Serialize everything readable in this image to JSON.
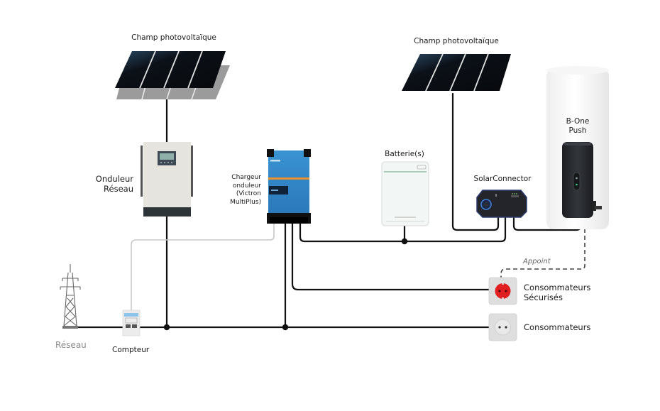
{
  "diagram": {
    "title": "Schéma d'installation solaire avec B-One Push",
    "components": {
      "pv_array_left": {
        "label": "Champ photovoltaïque",
        "icon": "solar-panel-icon"
      },
      "pv_array_right": {
        "label": "Champ photovoltaïque",
        "icon": "solar-panel-icon"
      },
      "grid_inverter": {
        "label_line1": "Onduleur",
        "label_line2": "Réseau",
        "icon": "grid-inverter-icon"
      },
      "inverter_charger": {
        "label_line1": "Chargeur",
        "label_line2": "onduleur",
        "label_line3": "(Victron",
        "label_line4": "MultiPlus)",
        "icon": "inverter-charger-icon"
      },
      "battery": {
        "label": "Batterie(s)",
        "icon": "battery-icon"
      },
      "solar_connector": {
        "label": "SolarConnector",
        "icon": "solar-connector-icon"
      },
      "water_heater": {
        "label_line1": "B-One",
        "label_line2": "Push",
        "icon": "water-heater-icon"
      },
      "secured_loads": {
        "label_line1": "Consommateurs",
        "label_line2": "Sécurisés",
        "icon": "red-outlet-icon"
      },
      "loads": {
        "label": "Consommateurs",
        "icon": "outlet-icon"
      },
      "grid": {
        "label": "Réseau",
        "icon": "pylon-icon"
      },
      "meter": {
        "label": "Compteur",
        "icon": "meter-icon"
      }
    },
    "annotations": {
      "backup_link": "Appoint"
    },
    "colors": {
      "wire": "#111111",
      "comm_wire": "#c8c8c8",
      "victron_blue": "#2f86c6",
      "victron_orange": "#e8912d",
      "secured_outlet_red": "#e02020",
      "panel_dark": "#0d0f14"
    }
  }
}
